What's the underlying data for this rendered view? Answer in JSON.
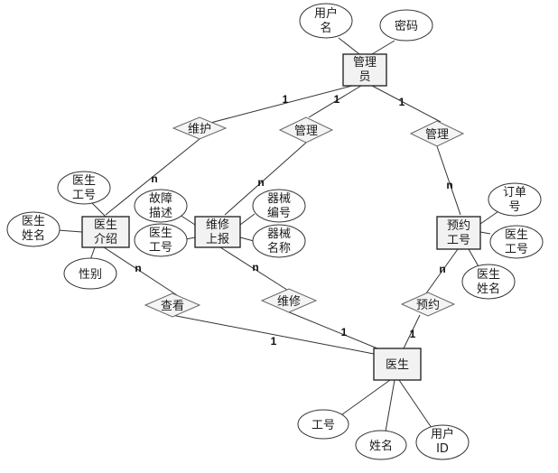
{
  "diagram": {
    "entities": {
      "admin": [
        "管理",
        "员"
      ],
      "doctor_intro": [
        "医生",
        "介绍"
      ],
      "repair_report": [
        "维修",
        "上报"
      ],
      "appointment_no": [
        "预约",
        "工号"
      ],
      "doctor": [
        "医生"
      ]
    },
    "attributes": {
      "admin_username": [
        "用户",
        "名"
      ],
      "admin_password": [
        "密码"
      ],
      "intro_doctor_id": [
        "医生",
        "工号"
      ],
      "intro_doctor_name": [
        "医生",
        "姓名"
      ],
      "intro_gender": [
        "性别"
      ],
      "report_fault_desc": [
        "故障",
        "描述"
      ],
      "report_doctor_id": [
        "医生",
        "工号"
      ],
      "report_equipment_no": [
        "器械",
        "编号"
      ],
      "report_equipment_name": [
        "器械",
        "名称"
      ],
      "appt_order_no": [
        "订单",
        "号"
      ],
      "appt_doctor_id": [
        "医生",
        "工号"
      ],
      "appt_doctor_name": [
        "医生",
        "姓名"
      ],
      "doctor_id": [
        "工号"
      ],
      "doctor_name": [
        "姓名"
      ],
      "doctor_user_id": [
        "用户",
        "ID"
      ]
    },
    "relationships": {
      "maintain": "维护",
      "manage_report": "管理",
      "manage_appt": "管理",
      "view": "查看",
      "repair": "维修",
      "book": "预约"
    },
    "cardinality": {
      "admin_maintain": "1",
      "maintain_intro": "n",
      "admin_manage_report": "1",
      "manage_report": "n",
      "admin_manage_appt": "1",
      "manage_appt": "n",
      "intro_view": "n",
      "view_doctor": "1",
      "report_repair": "n",
      "repair_doctor": "1",
      "appt_book": "n",
      "book_doctor": "1"
    }
  }
}
